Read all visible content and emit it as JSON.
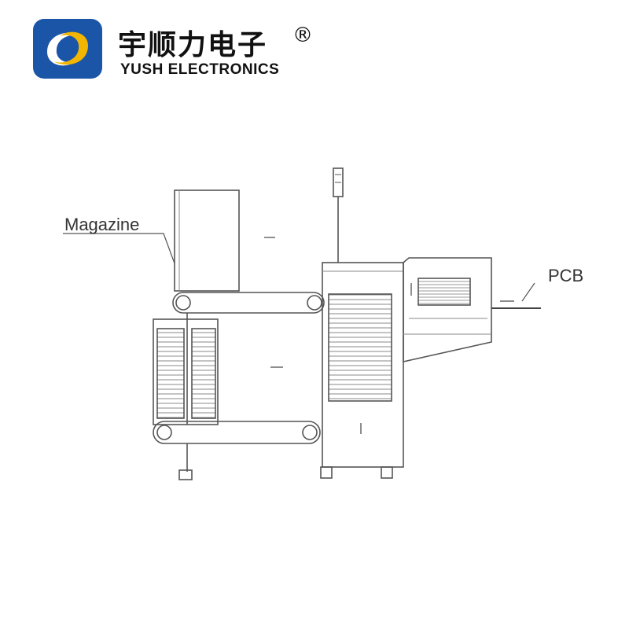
{
  "brand": {
    "name_cn": "宇顺力电子",
    "registered_mark": "®",
    "name_en": "YUSH ELECTRONICS",
    "colors": {
      "logo_blue": "#1a55a8",
      "logo_yellow": "#f2b500"
    }
  },
  "diagram": {
    "labels": {
      "magazine": "Magazine",
      "pcb": "PCB"
    }
  }
}
